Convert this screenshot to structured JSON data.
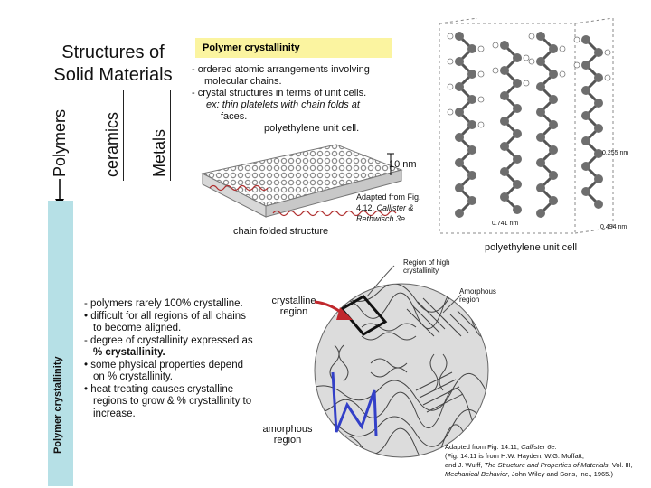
{
  "heading": {
    "line1": "Structures of",
    "line2": "Solid Materials"
  },
  "categories": {
    "polymers": "Polymers",
    "ceramics": "ceramics",
    "metals": "Metals"
  },
  "section_header": "Polymer crystallinity",
  "intro_bullets": [
    "- ordered atomic arrangements involving",
    "molecular chains.",
    "- crystal structures in terms of unit cells.",
    "ex: thin platelets with chain folds at",
    "faces.",
    "polyethylene unit cell."
  ],
  "figure_labels": {
    "scale": "10 nm",
    "chain_folded": "chain folded structure",
    "adapted_1": "Adapted from Fig.",
    "adapted_2": "4.12,",
    "adapted_2b": "Callister &",
    "adapted_3": "Rethwisch 3e.",
    "unit_cell_caption": "polyethylene unit cell",
    "dim_a": "0.741 nm",
    "dim_b": "0.494 nm",
    "dim_c": "0.255 nm"
  },
  "sidebar_label": "Polymer crystallinity",
  "detail_bullets": [
    "- polymers rarely 100% crystalline.",
    "• difficult for all regions of all chains",
    "to become aligned.",
    "- degree of crystallinity expressed as",
    "% crystallinity.",
    "• some physical properties depend",
    "on % crystallinity.",
    "• heat treating causes crystalline",
    "regions to grow & % crystallinity to",
    "increase."
  ],
  "micro_labels": {
    "crystalline_1": "crystalline",
    "crystalline_2": "region",
    "amorphous_1": "amorphous",
    "amorphous_2": "region",
    "high_region_1": "Region of high",
    "high_region_2": "crystallinity",
    "amorphous_region_1": "Amorphous",
    "amorphous_region_2": "region"
  },
  "credit": [
    "Adapted from Fig. 14.11,",
    "Callister 6e.",
    "(Fig. 14.11 is from H.W. Hayden, W.G. Moffatt,",
    "and J. Wulff,",
    "The Structure and Properties of Materials",
    ", Vol. III,",
    "Mechanical Behavior",
    ", John Wiley and Sons, Inc., 1965.)"
  ],
  "colors": {
    "header_bg": "#fbf4a0",
    "sidebar_bg": "#b6e0e6",
    "arrow_red": "#c0282d",
    "blue_outline": "#3340c8"
  }
}
